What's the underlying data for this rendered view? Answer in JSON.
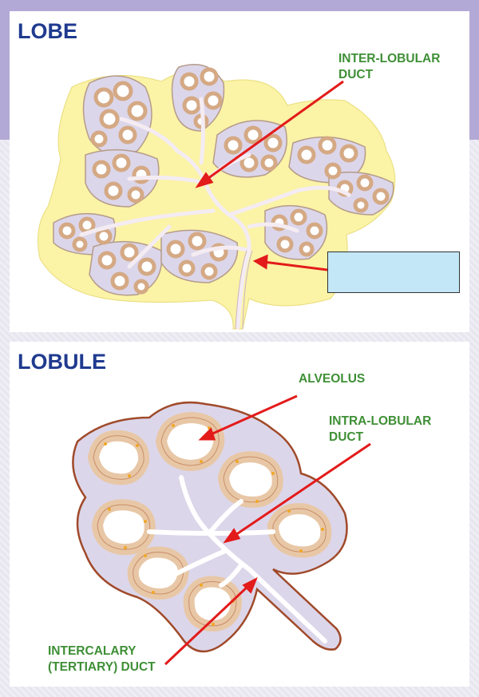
{
  "lobe": {
    "title": "LOBE",
    "labels": {
      "inter_lobular_duct": "INTER-LOBULAR\nDUCT"
    },
    "answer_box": {
      "text": "",
      "color": "#c3e7f7"
    }
  },
  "lobule": {
    "title": "LOBULE",
    "labels": {
      "alveolus": "ALVEOLUS",
      "intra_lobular_duct": "INTRA-LOBULAR\nDUCT",
      "intercalary_duct": "INTERCALARY\n(TERTIARY) DUCT"
    }
  },
  "colors": {
    "title_blue": "#1f3a8f",
    "label_green": "#3f8f36",
    "arrow_red": "#e31b1b",
    "fat_yellow": "#fbf3a6",
    "lobule_lilac": "#dcd6ea",
    "tissue_tan": "#e8c7a6"
  }
}
